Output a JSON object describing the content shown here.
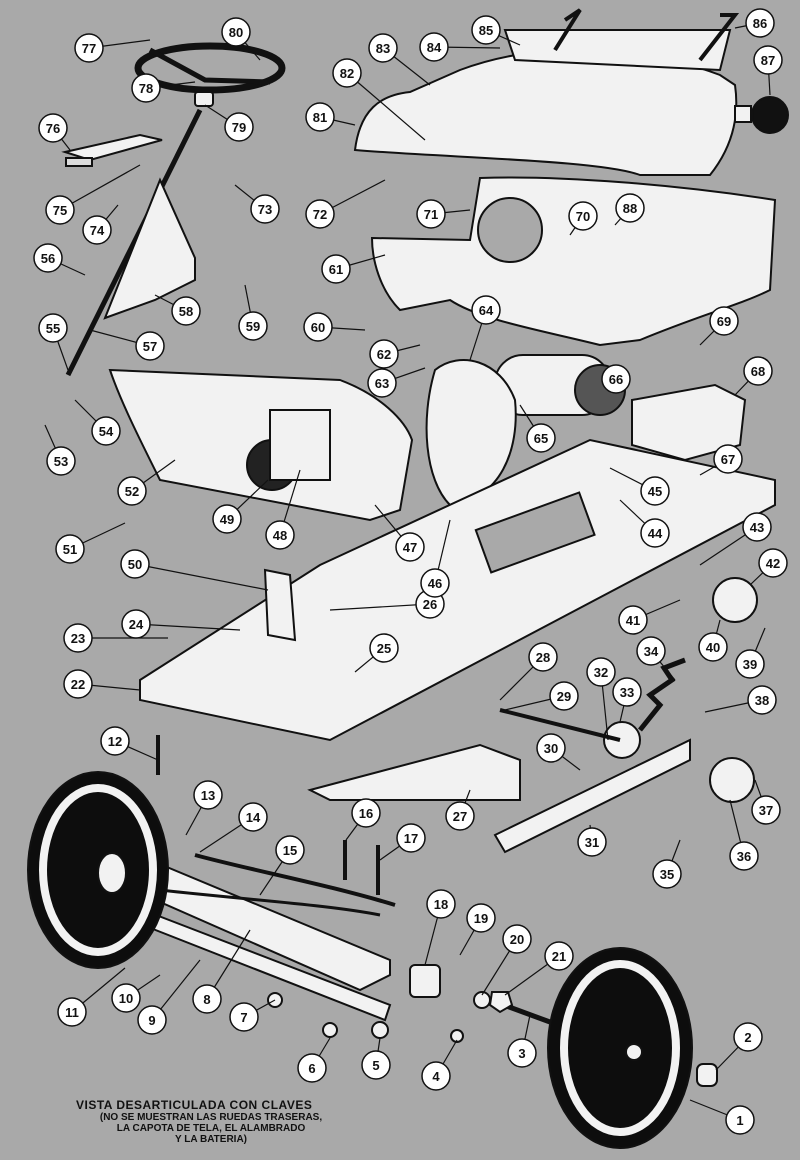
{
  "caption": {
    "title": "VISTA DESARTICULADA CON CLAVES",
    "lines": [
      "(NO SE MUESTRAN LAS RUEDAS TRASERAS,",
      "LA CAPOTA DE TELA, EL ALAMBRADO",
      "Y LA BATERIA)"
    ]
  },
  "callouts": [
    "1",
    "2",
    "3",
    "4",
    "5",
    "6",
    "7",
    "8",
    "9",
    "10",
    "11",
    "12",
    "13",
    "14",
    "15",
    "16",
    "17",
    "18",
    "19",
    "20",
    "21",
    "22",
    "23",
    "24",
    "25",
    "26",
    "27",
    "28",
    "29",
    "30",
    "31",
    "32",
    "33",
    "34",
    "35",
    "36",
    "37",
    "38",
    "39",
    "40",
    "41",
    "42",
    "43",
    "44",
    "45",
    "46",
    "47",
    "48",
    "49",
    "50",
    "51",
    "52",
    "53",
    "54",
    "55",
    "56",
    "57",
    "58",
    "59",
    "60",
    "61",
    "62",
    "63",
    "64",
    "65",
    "66",
    "67",
    "68",
    "69",
    "70",
    "71",
    "72",
    "73",
    "74",
    "75",
    "76",
    "77",
    "78",
    "79",
    "80",
    "81",
    "82",
    "83",
    "84",
    "85",
    "86",
    "87",
    "88"
  ],
  "colors": {
    "background": "#a9a9a9",
    "line": "#111111",
    "part_fill": "#f2f2f2",
    "wheel": "#0d0d0d"
  }
}
